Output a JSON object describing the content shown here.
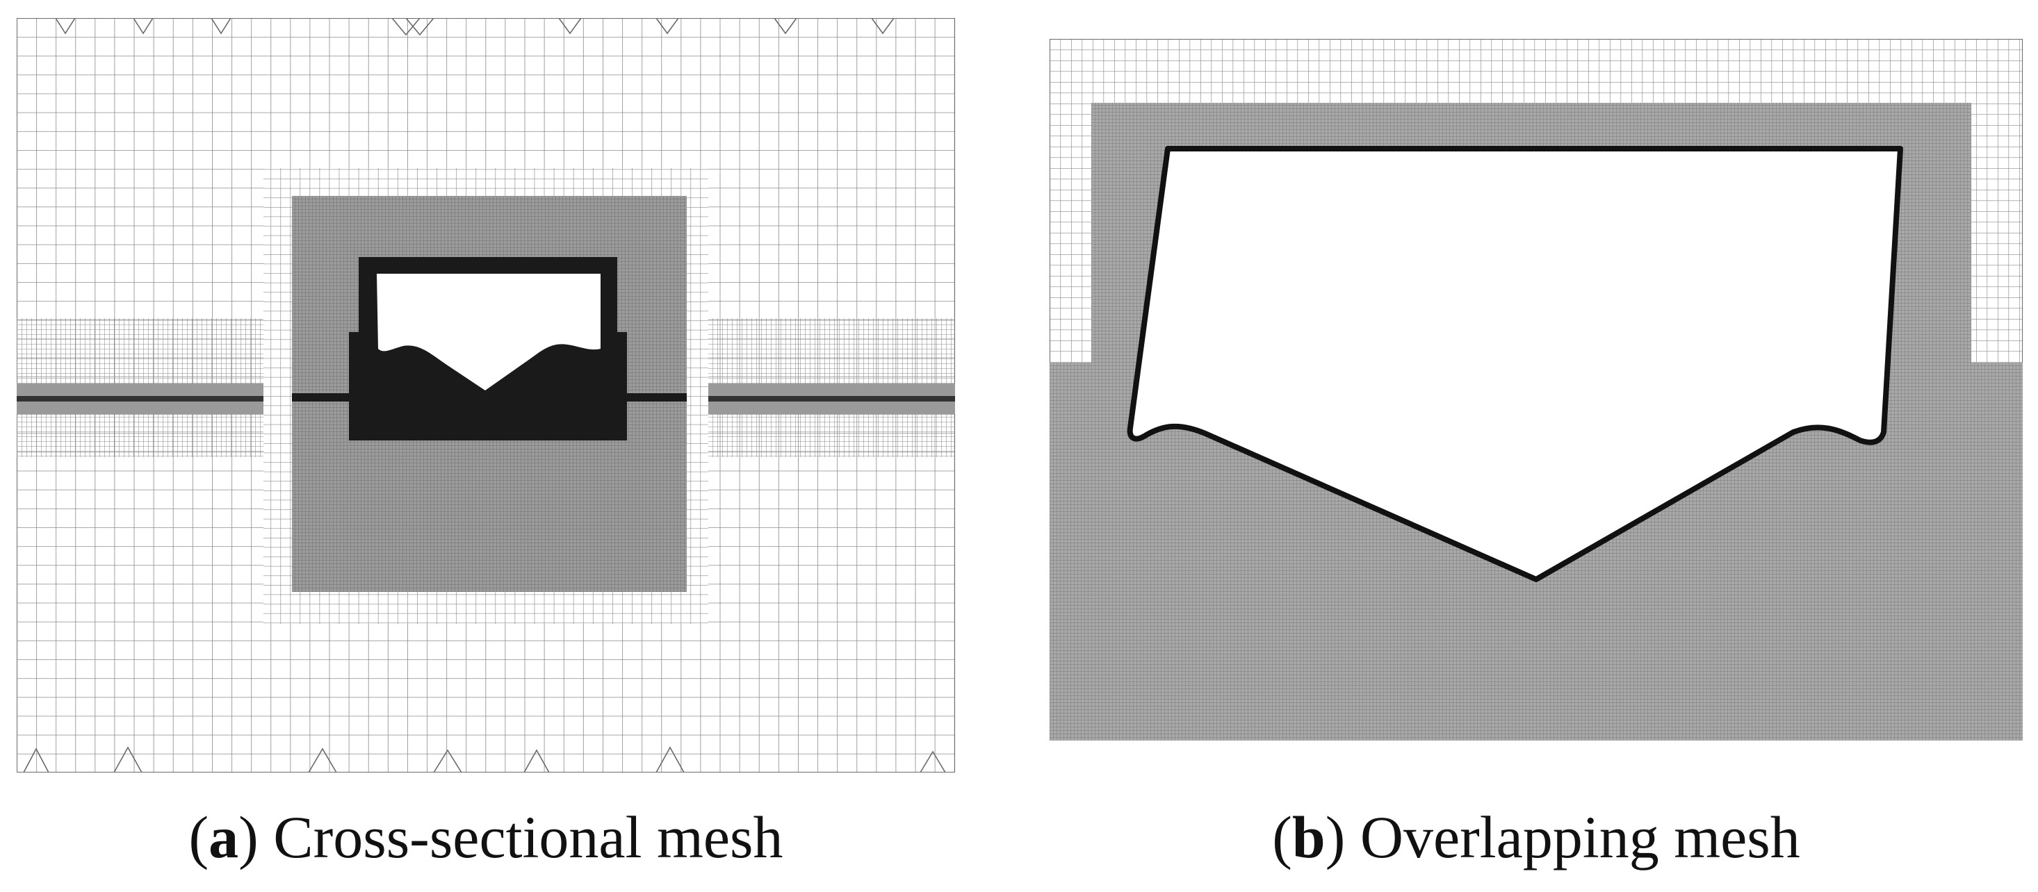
{
  "figure": {
    "panels": [
      {
        "id": "a",
        "letter": "a",
        "caption": "Cross-sectional mesh"
      },
      {
        "id": "b",
        "letter": "b",
        "caption": "Overlapping mesh"
      }
    ],
    "colors": {
      "mesh_line": "#7a7a7a",
      "refined_region": "#8c8c8c",
      "dense_region": "#9a9a9a",
      "body": "#1a1a1a",
      "background": "#ffffff"
    }
  }
}
